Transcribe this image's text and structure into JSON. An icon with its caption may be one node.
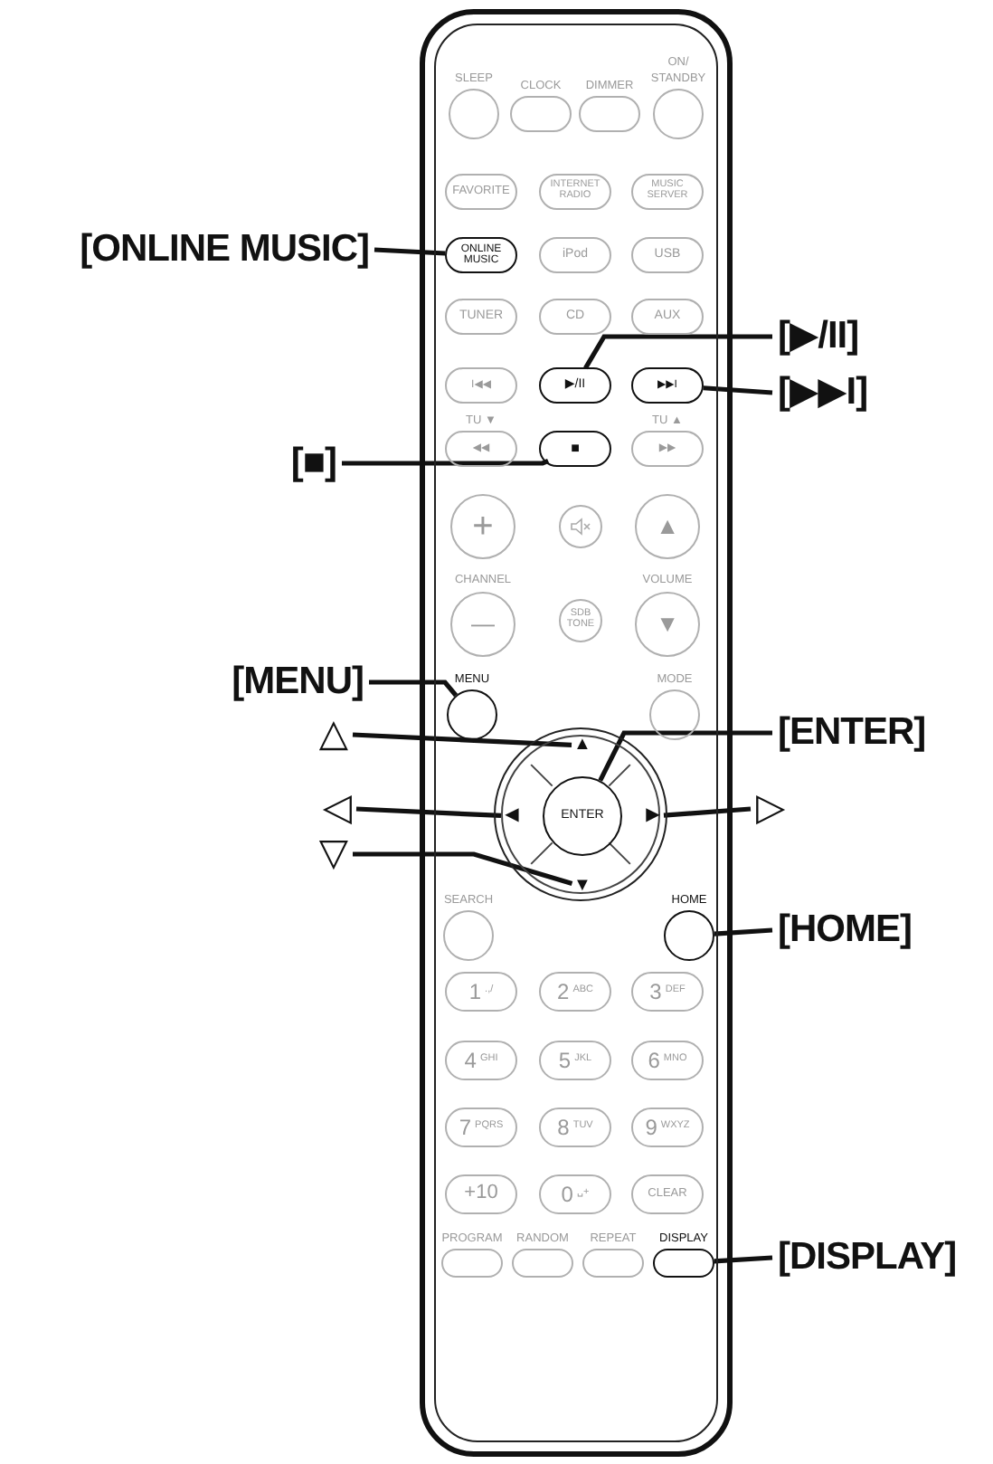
{
  "diagram": {
    "nodes": [
      {
        "text": [],
        "shape": "box"
      },
      {
        "text": [
          "SLEEP"
        ],
        "in": 0
      },
      {
        "text": [
          "CLOCK"
        ],
        "in": 0
      },
      {
        "text": [
          "DIMMER"
        ],
        "in": 0
      },
      {
        "text": [
          "ON/ STANDBY"
        ],
        "in": 0
      },
      {
        "text": [
          "FAVORITE"
        ],
        "in": 0
      },
      {
        "text": [
          "INTERNET RADIO"
        ],
        "in": 0
      },
      {
        "text": [
          "MUSIC SERVER"
        ],
        "in": 0
      },
      {
        "text": [
          "ONLINE MUSIC"
        ],
        "in": 0
      },
      {
        "text": [
          "iPod"
        ],
        "in": 0
      },
      {
        "text": [
          "USB"
        ],
        "in": 0
      },
      {
        "text": [
          "TUNER"
        ],
        "in": 0
      },
      {
        "text": [
          "CD"
        ],
        "in": 0
      },
      {
        "text": [
          "AUX"
        ],
        "in": 0
      },
      {
        "text": [
          "I◀◀"
        ],
        "in": 0
      },
      {
        "text": [
          "▶/II"
        ],
        "in": 0
      },
      {
        "text": [
          "▶▶I"
        ],
        "in": 0
      },
      {
        "text": [
          "TU ▼",
          "◀◀"
        ],
        "in": 0
      },
      {
        "text": [
          "■"
        ],
        "in": 0
      },
      {
        "text": [
          "TU ▲",
          "▶▶"
        ],
        "in": 0
      },
      {
        "text": [
          "+"
        ],
        "in": 0
      },
      {
        "text": [],
        "shape": "circle",
        "in": 0
      },
      {
        "text": [
          "▲"
        ],
        "in": 0
      },
      {
        "text": [
          "CHANNEL",
          "—"
        ],
        "in": 0
      },
      {
        "text": [
          "SDB TONE"
        ],
        "in": 0
      },
      {
        "text": [
          "VOLUME",
          "▼"
        ],
        "in": 0
      },
      {
        "text": [
          "MENU"
        ],
        "in": 0
      },
      {
        "text": [
          "MODE"
        ],
        "in": 0
      },
      {
        "text": [],
        "shape": "circle",
        "in": 0
      },
      {
        "text": [
          "▲"
        ],
        "in": 28
      },
      {
        "text": [
          "◀"
        ],
        "in": 28
      },
      {
        "text": [
          "ENTER"
        ],
        "in": 28
      },
      {
        "text": [
          "▶"
        ],
        "in": 28
      },
      {
        "text": [
          "▼"
        ],
        "in": 28
      },
      {
        "text": [
          "SEARCH"
        ],
        "in": 0
      },
      {
        "text": [
          "HOME"
        ],
        "in": 0
      },
      {
        "text": [
          "1",
          ".,/"
        ],
        "in": 0
      },
      {
        "text": [
          "2",
          "ABC"
        ],
        "in": 0
      },
      {
        "text": [
          "3",
          "DEF"
        ],
        "in": 0
      },
      {
        "text": [
          "4",
          "GHI"
        ],
        "in": 0
      },
      {
        "text": [
          "5",
          "JKL"
        ],
        "in": 0
      },
      {
        "text": [
          "6",
          "MNO"
        ],
        "in": 0
      },
      {
        "text": [
          "7",
          "PQRS"
        ],
        "in": 0
      },
      {
        "text": [
          "8",
          "TUV"
        ],
        "in": 0
      },
      {
        "text": [
          "9",
          "WXYZ"
        ],
        "in": 0
      },
      {
        "text": [
          "+10"
        ],
        "in": 0
      },
      {
        "text": [
          "0",
          "␣+"
        ],
        "in": 0
      },
      {
        "text": [
          "CLEAR"
        ],
        "in": 0
      },
      {
        "text": [
          "PROGRAM"
        ],
        "in": 0
      },
      {
        "text": [
          "RANDOM"
        ],
        "in": 0
      },
      {
        "text": [
          "REPEAT"
        ],
        "in": 0
      },
      {
        "text": [
          "DISPLAY"
        ],
        "in": 0
      },
      {
        "text": [
          "[ONLINE MUSIC]"
        ]
      },
      {
        "text": [
          "[▶/II]"
        ]
      },
      {
        "text": [
          "[▶▶I]"
        ]
      },
      {
        "text": [
          "[■]"
        ]
      },
      {
        "text": [
          "[MENU]"
        ]
      },
      {
        "text": [
          "△"
        ]
      },
      {
        "text": [
          "[ENTER]"
        ]
      },
      {
        "text": [
          "◁"
        ]
      },
      {
        "text": [
          "▷"
        ]
      },
      {
        "text": [
          "▽"
        ]
      },
      {
        "text": [
          "[HOME]"
        ]
      },
      {
        "text": [
          "[DISPLAY]"
        ]
      }
    ],
    "edges": [
      {
        "from": 52,
        "to": 8,
        "arrow": "none"
      },
      {
        "from": 53,
        "to": 15,
        "arrow": "none"
      },
      {
        "from": 54,
        "to": 16,
        "arrow": "none"
      },
      {
        "from": 55,
        "to": 18,
        "arrow": "none"
      },
      {
        "from": 56,
        "to": 26,
        "arrow": "none"
      },
      {
        "from": 57,
        "to": 29,
        "arrow": "none"
      },
      {
        "from": 58,
        "to": 31,
        "arrow": "none"
      },
      {
        "from": 59,
        "to": 30,
        "arrow": "none"
      },
      {
        "from": 60,
        "to": 32,
        "arrow": "none"
      },
      {
        "from": 61,
        "to": 33,
        "arrow": "none"
      },
      {
        "from": 62,
        "to": 35,
        "arrow": "none"
      },
      {
        "from": 63,
        "to": 51,
        "arrow": "none"
      }
    ]
  }
}
